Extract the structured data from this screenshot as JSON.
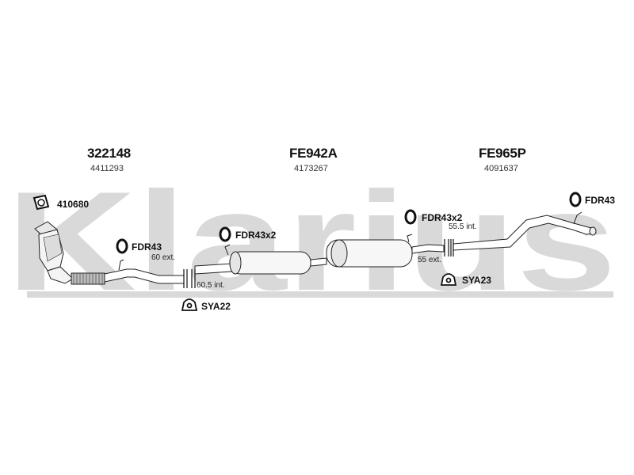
{
  "watermark": {
    "text": "Klarius",
    "color": "#d9d9d9"
  },
  "sections": [
    {
      "part_number": "322148",
      "oem_number": "4411293"
    },
    {
      "part_number": "FE942A",
      "oem_number": "4173267"
    },
    {
      "part_number": "FE965P",
      "oem_number": "4091637"
    }
  ],
  "accessories": [
    {
      "label": "410680",
      "icon": "gasket-icon"
    },
    {
      "label": "FDR43",
      "icon": "rubber-mount-icon"
    },
    {
      "label": "FDR43x2",
      "icon": "rubber-mount-icon"
    },
    {
      "label": "SYA22",
      "icon": "clamp-icon"
    },
    {
      "label": "FDR43x2",
      "icon": "rubber-mount-icon"
    },
    {
      "label": "SYA23",
      "icon": "clamp-icon"
    },
    {
      "label": "FDR43",
      "icon": "rubber-mount-icon"
    }
  ],
  "dimensions": [
    "60 ext.",
    "60.5 int.",
    "55.5 int.",
    "55 ext."
  ]
}
